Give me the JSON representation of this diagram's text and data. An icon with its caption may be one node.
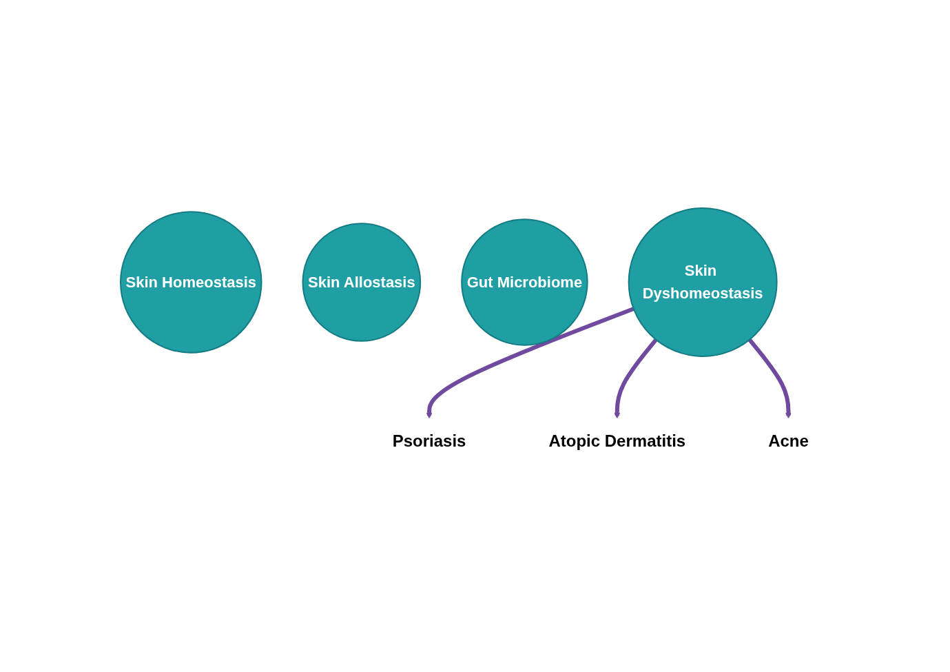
{
  "diagram": {
    "nodes": [
      {
        "text": [
          "Skin Homeostasis"
        ]
      },
      {
        "text": [
          "Skin Allostasis"
        ]
      },
      {
        "text": [
          "Gut Microbiome"
        ]
      },
      {
        "text": [
          "Skin Dyshomeostasis"
        ]
      },
      {
        "text": [
          "Psoriasis"
        ]
      },
      {
        "text": [
          "Atopic Dermatitis"
        ]
      },
      {
        "text": [
          "Acne"
        ]
      }
    ],
    "edges": [
      {
        "from": 3,
        "to": 4,
        "arrow": "to",
        "color": "#6f4a9e"
      },
      {
        "from": 3,
        "to": 5,
        "arrow": "to",
        "color": "#6f4a9e"
      },
      {
        "from": 3,
        "to": 6,
        "arrow": "to",
        "color": "#6f4a9e"
      }
    ]
  }
}
